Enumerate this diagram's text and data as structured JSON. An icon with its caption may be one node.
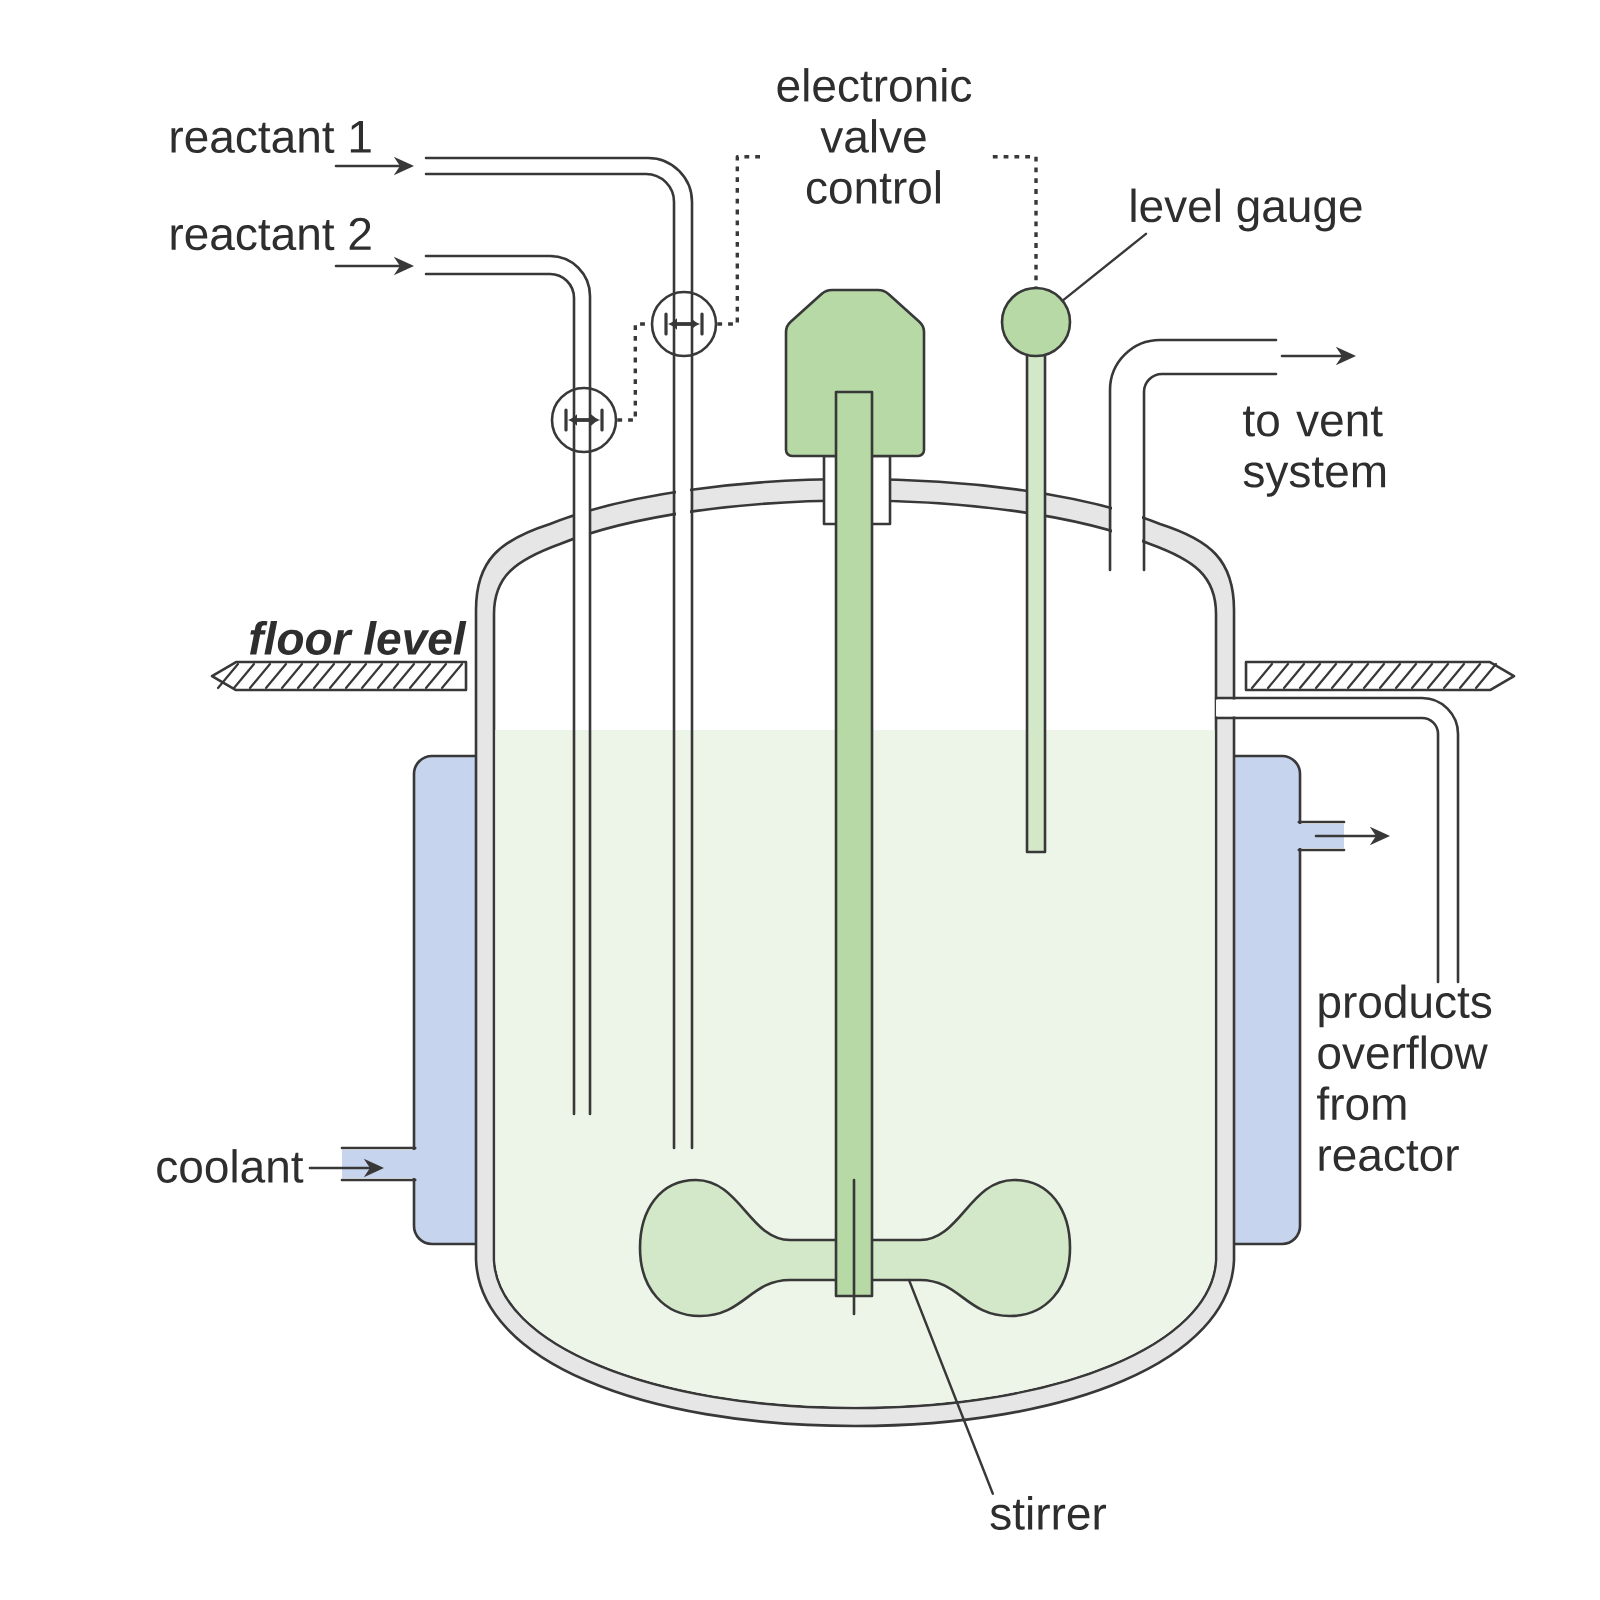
{
  "diagram": {
    "nodes": [
      {
        "text": [
          "level gauge"
        ]
      },
      {
        "text": [],
        "shape": "circle"
      },
      {
        "text": [],
        "shape": "circle"
      },
      {
        "text": [],
        "shape": "circle"
      },
      {
        "text": [],
        "shape": "picture"
      },
      {
        "text": [
          "stirrer"
        ]
      }
    ],
    "edges": [
      {
        "from": 3,
        "to": 1,
        "arrow": "none",
        "style": "dashed"
      },
      {
        "from": 1,
        "to": 2,
        "arrow": "none",
        "style": "dashed",
        "label": "electronic valve control"
      },
      {
        "from": 0,
        "to": 2,
        "arrow": "none"
      },
      {
        "from": 5,
        "to": 4,
        "arrow": "none"
      }
    ],
    "labels": [
      "reactant 1",
      "reactant 2",
      "to vent system",
      "floor level",
      "products overflow from reactor",
      "coolant"
    ]
  }
}
